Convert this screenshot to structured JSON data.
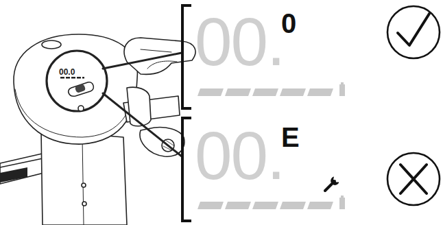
{
  "diagram": {
    "labels": [
      "00.0",
      "00.",
      "0",
      "00.",
      "E"
    ]
  }
}
